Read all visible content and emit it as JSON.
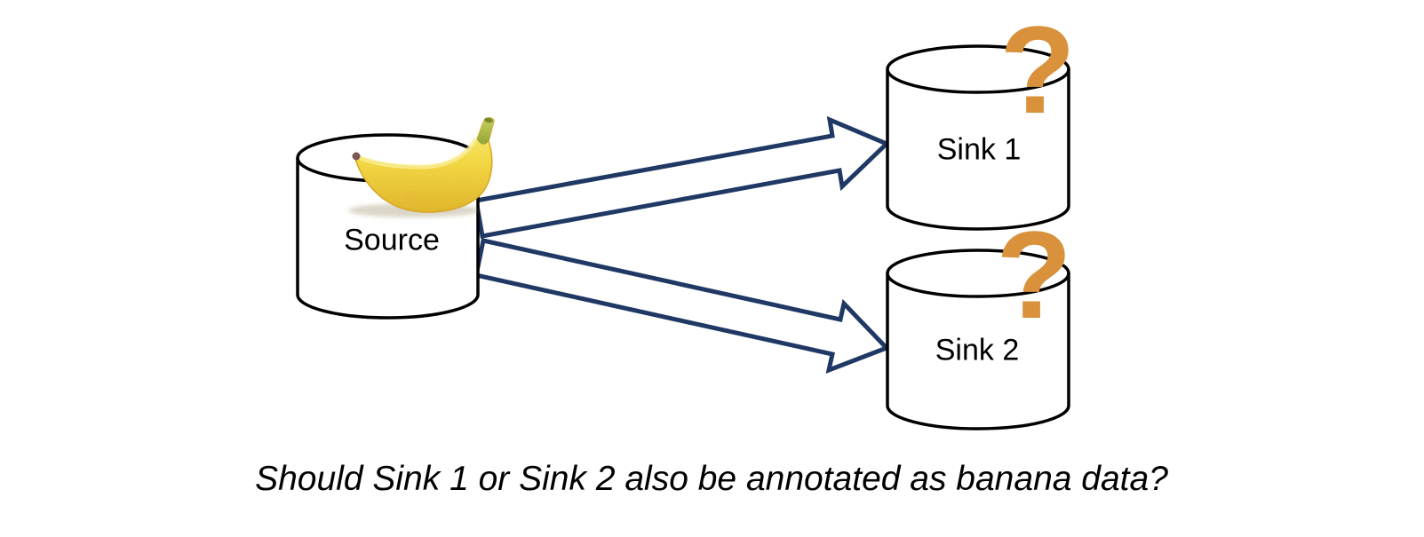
{
  "diagram": {
    "source": {
      "label": "Source"
    },
    "sink1": {
      "label": "Sink 1",
      "mark": "?"
    },
    "sink2": {
      "label": "Sink 2",
      "mark": "?"
    },
    "caption": "Should Sink 1 or Sink 2 also be annotated as banana data?",
    "icons": {
      "banana": "🍌",
      "question_mark": "?"
    },
    "colors": {
      "arrow_stroke": "#1F3864",
      "question_mark": "#D9923B",
      "cylinder_stroke": "#000000",
      "cylinder_fill": "#FFFFFF",
      "banana_body": "#F2D53F",
      "banana_stem": "#A9B93F",
      "text": "#000000"
    }
  }
}
